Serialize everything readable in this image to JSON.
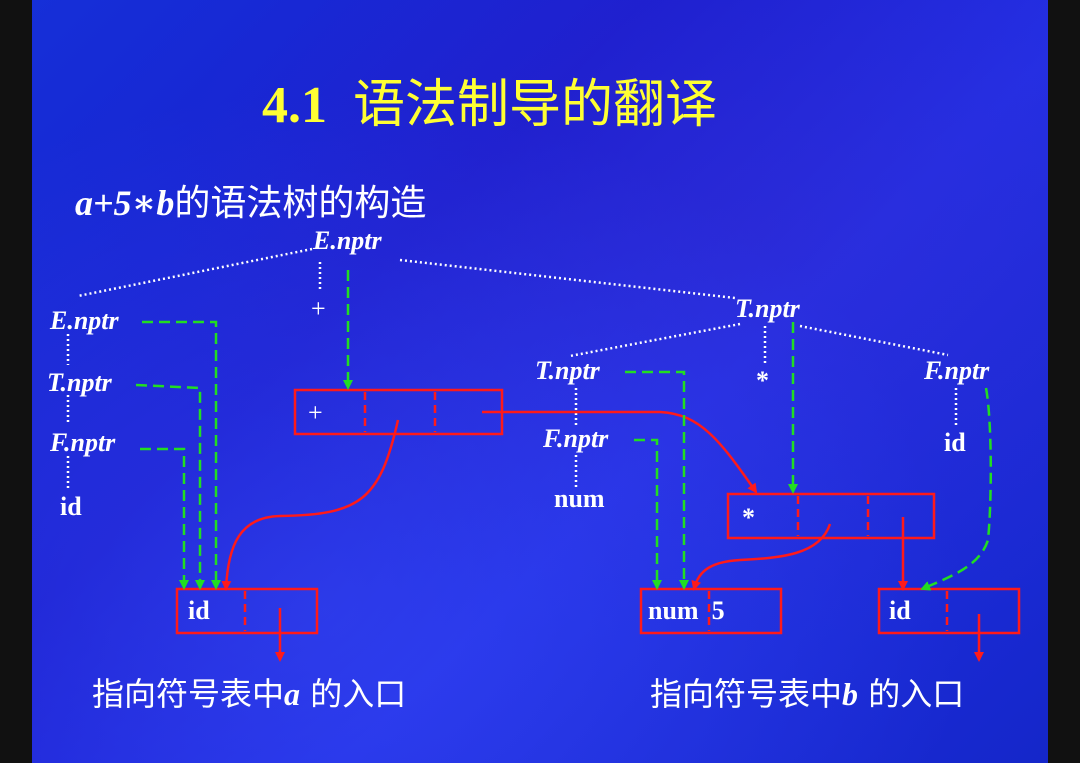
{
  "slide": {
    "title_number": "4.1",
    "title_text": "语法制导的翻译",
    "subtitle_expr": "a+5∗b",
    "subtitle_text": "的语法树的构造"
  },
  "parse_tree": {
    "root": "E.nptr",
    "root_plus": "+",
    "left_e": "E.nptr",
    "left_t": "T.nptr",
    "left_f": "F.nptr",
    "left_id": "id",
    "right_t": "T.nptr",
    "right_star": "*",
    "mid_t": "T.nptr",
    "mid_f": "F.nptr",
    "mid_num": "num",
    "right_f": "F.nptr",
    "right_id": "id"
  },
  "syntax_nodes": {
    "plus_node": "+",
    "star_node": "*",
    "id_a_node": "id",
    "num_node": "num  5",
    "id_b_node": "id"
  },
  "captions": {
    "left_prefix": "指向符号表中",
    "left_var": "a",
    "left_suffix": " 的入口",
    "right_prefix": "指向符号表中",
    "right_var": "b",
    "right_suffix": " 的入口"
  },
  "colors": {
    "background": "#1a28d8",
    "title": "#ffff33",
    "text": "#ffffff",
    "tree_edge": "#ffffff",
    "attribute_pointer": "#22dd22",
    "syntax_box": "#ff1a1a"
  }
}
